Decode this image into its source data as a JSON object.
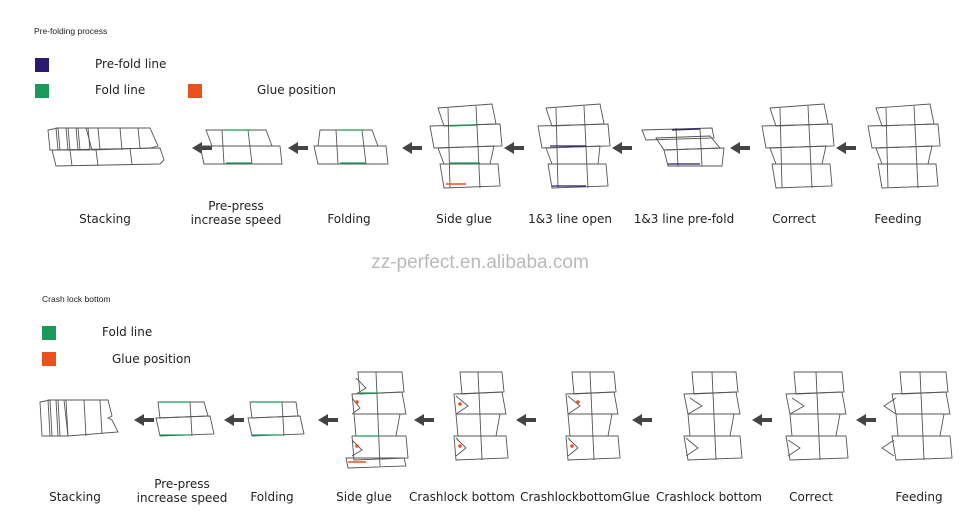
{
  "section1": {
    "title": "Pre-folding process",
    "legend": [
      {
        "label": "Pre-fold line",
        "color": "#2b1a6e"
      },
      {
        "label": "Fold line",
        "color": "#1a9a5a"
      },
      {
        "label": "Glue position",
        "color": "#e8501e"
      }
    ],
    "steps": [
      "Stacking",
      "Pre-press\nincrease speed",
      "Folding",
      "Side glue",
      "1&3 line open",
      "1&3 line pre-fold",
      "Correct",
      "Feeding"
    ]
  },
  "watermark": "zz-perfect.en.alibaba.com",
  "section2": {
    "title": "Crash lock bottom",
    "legend": [
      {
        "label": "Fold line",
        "color": "#1a9a5a"
      },
      {
        "label": "Glue position",
        "color": "#e8501e"
      }
    ],
    "steps": [
      "Stacking",
      "Pre-press\nincrease speed",
      "Folding",
      "Side glue",
      "Crashlock bottom",
      "CrashlockbottomGlue",
      "Crashlock bottom",
      "Correct",
      "Feeding"
    ]
  },
  "colors": {
    "prefold": "#2b1a6e",
    "fold": "#1a9a5a",
    "glue": "#e8501e",
    "line": "#555555",
    "arrow": "#444444"
  }
}
